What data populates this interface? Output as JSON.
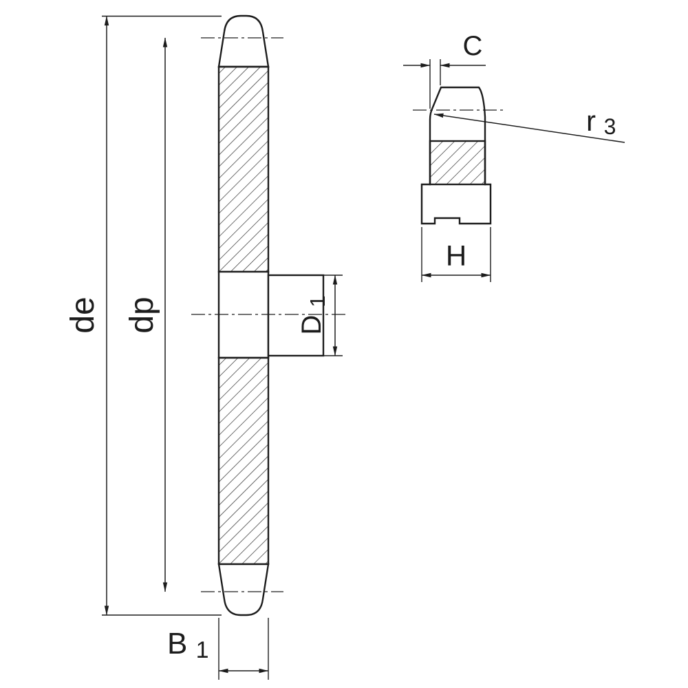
{
  "colors": {
    "ink": "#1c1c1c",
    "background": "#ffffff"
  },
  "front_view": {
    "dim_de": "de",
    "dim_dp": "dp",
    "dim_b1": {
      "main": "B",
      "sub": "1"
    },
    "dim_d1": {
      "main": "D",
      "sub": "1"
    }
  },
  "section_view": {
    "dim_c": "C",
    "dim_h": "H",
    "dim_r3": {
      "main": "r",
      "sub": "3"
    }
  }
}
